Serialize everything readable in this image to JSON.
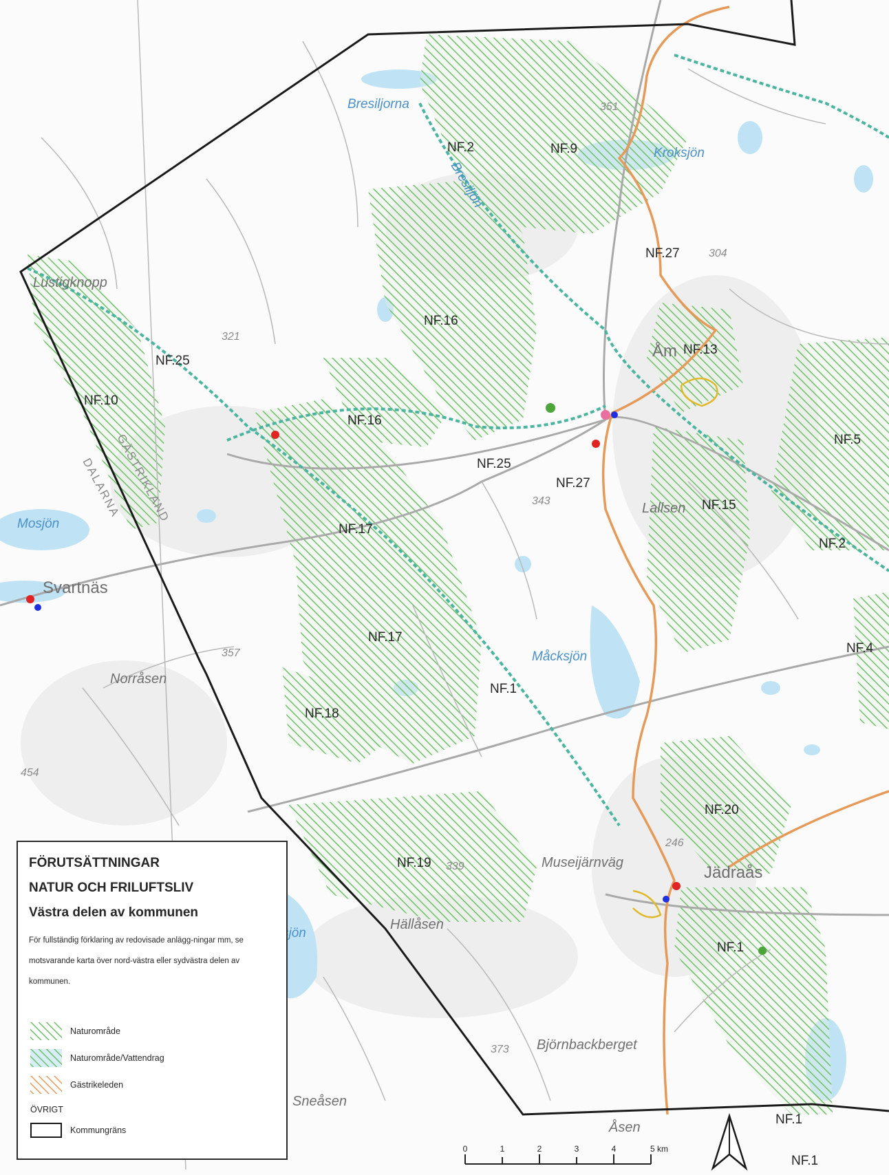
{
  "map": {
    "lakes": [
      "Bresiljorna",
      "Bresiljön",
      "Kroksjön",
      "Mosjön",
      "Måcksjön",
      "Lallsen",
      "sjön"
    ],
    "places": [
      "Lustigknopp",
      "Svartnäs",
      "Norråsen",
      "Åm",
      "Jädraås",
      "Museijärnväg",
      "Hällåsen",
      "Björnbackberget",
      "Sneåsen",
      "Åsen"
    ],
    "regions": [
      "DALARNA",
      "GÄSTRIKLAND"
    ],
    "elevations": [
      "351",
      "304",
      "321",
      "343",
      "357",
      "454",
      "246",
      "339",
      "373"
    ],
    "nature_areas": [
      "NF.2",
      "NF.9",
      "NF.27",
      "NF.16",
      "NF.13",
      "NF.25",
      "NF.10",
      "NF.16",
      "NF.5",
      "NF.25",
      "NF.27",
      "NF.15",
      "NF.17",
      "NF.2",
      "NF.17",
      "NF.4",
      "NF.1",
      "NF.18",
      "NF.20",
      "NF.19",
      "NF.1",
      "NF.1",
      "NF.1"
    ]
  },
  "legend": {
    "title_line1": "FÖRUTSÄTTNINGAR",
    "title_line2": "NATUR OCH FRILUFTSLIV",
    "subtitle": "Västra delen av kommunen",
    "description": "För fullständig förklaring av redovisade anlägg-ningar mm, se motsvarande karta över nord-västra eller sydvästra delen av kommunen.",
    "items": [
      {
        "label": "Naturområde"
      },
      {
        "label": "Naturområde/Vattendrag"
      },
      {
        "label": "Gästrikeleden"
      }
    ],
    "other_heading": "ÖVRIGT",
    "border_label": "Kommungräns"
  },
  "scale_bar": {
    "ticks": [
      "0",
      "1",
      "2",
      "3",
      "4",
      "5 km"
    ]
  },
  "colors": {
    "hatch_green": "#6fbf6a",
    "trail_orange": "#e59a5a",
    "water_blue": "#bfe3f5",
    "border": "#1a1a1a",
    "road": "#a9a9a9",
    "teal_path": "#4bb5a0"
  }
}
